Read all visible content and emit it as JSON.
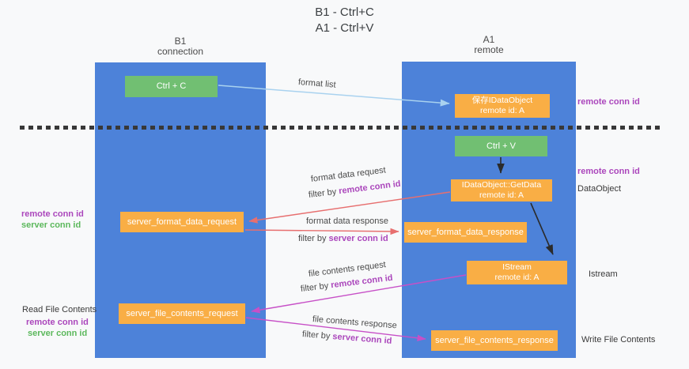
{
  "title": {
    "line1": "B1 - Ctrl+C",
    "line2": "A1 - Ctrl+V"
  },
  "columns": {
    "left": {
      "name": "B1",
      "subtitle": "connection"
    },
    "right": {
      "name": "A1",
      "subtitle": "remote"
    }
  },
  "boxes": {
    "ctrl_c": "Ctrl + C",
    "ctrl_v": "Ctrl + V",
    "save_idataobject": {
      "line1": "保存IDataObject",
      "line2": "remote id: A"
    },
    "getdata": {
      "line1": "IDataObject::GetData",
      "line2": "remote id: A"
    },
    "istream": {
      "line1": "IStream",
      "line2": "remote id: A"
    },
    "format_request": "server_format_data_request",
    "format_response": "server_format_data_response",
    "file_request": "server_file_contents_request",
    "file_response": "server_file_contents_response"
  },
  "labels": {
    "format_list": "format list",
    "format_data_request": "format data request",
    "format_data_response": "format data response",
    "file_contents_request": "file contents request",
    "file_contents_response": "file contents response",
    "filter_by": "filter by ",
    "remote_conn_id": "remote conn id",
    "server_conn_id": "server conn id",
    "dataobject": "DataObject",
    "istream": "Istream",
    "read_file_contents": "Read File Contents",
    "write_file_contents": "Write File Contents"
  },
  "colors": {
    "column_blue": "#4d82d9",
    "box_orange": "#f9ae45",
    "box_green": "#71bf72",
    "purple_text": "#ab47bc",
    "green_text": "#5cb85c",
    "arrow_blue": "#a9d2ef",
    "arrow_black": "#2b2b2b",
    "arrow_red": "#e76f6f",
    "arrow_magenta": "#c750c7"
  }
}
